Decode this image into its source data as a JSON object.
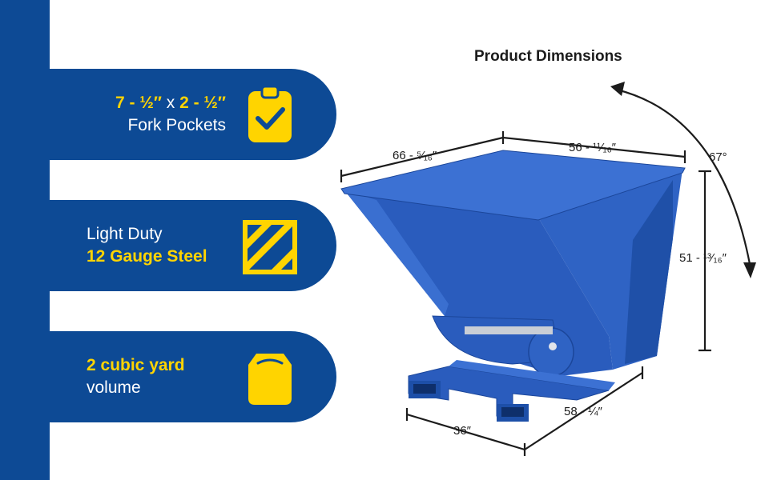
{
  "features": [
    {
      "line1_highlight": "7 - ½″",
      "line1_rest": " x ",
      "line1_highlight2": "2 - ½″",
      "line2": "Fork Pockets",
      "icon": "clipboard-check-icon"
    },
    {
      "line1": "Light Duty",
      "line2": "12 Gauge Steel",
      "icon": "striped-square-icon"
    },
    {
      "line1": "2 cubic yard",
      "line2": "volume",
      "icon": "box-icon"
    }
  ],
  "product": {
    "title": "Product Dimensions",
    "dims": {
      "length": "66 - ⁵⁄₁₆″",
      "width": "56 - ¹¹⁄₁₆″",
      "angle": "67°",
      "height": "51 - ¹³⁄₁₆″",
      "base_depth": "58 - ¼″",
      "base_width": "36″"
    }
  },
  "colors": {
    "brand_blue": "#0d4a95",
    "accent_yellow": "#ffd400",
    "hopper_blue": "#2357b8"
  }
}
